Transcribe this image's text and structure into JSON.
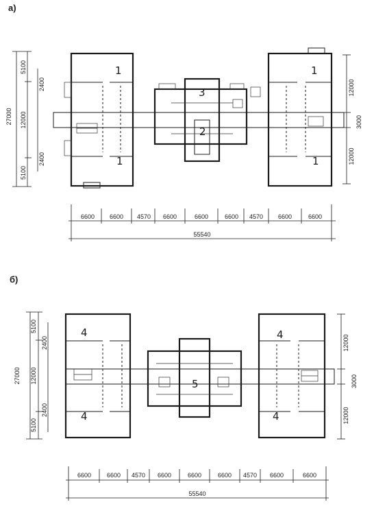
{
  "plan_a": {
    "label": "а)",
    "room_numbers": [
      "1",
      "1",
      "3",
      "2",
      "1",
      "1"
    ],
    "bottom_dims": [
      "6600",
      "6600",
      "4570",
      "6600",
      "6600",
      "6600",
      "4570",
      "6600",
      "6600"
    ],
    "bottom_total": "55540",
    "left_outer": "27000",
    "left_inner": [
      "5100",
      "12000",
      "5100"
    ],
    "left_side": [
      "2400",
      "2400"
    ],
    "right_dims": [
      "12000",
      "3000",
      "12000"
    ]
  },
  "plan_b": {
    "label": "б)",
    "room_numbers": [
      "4",
      "4",
      "5",
      "4",
      "4"
    ],
    "bottom_dims": [
      "6600",
      "6600",
      "4570",
      "6600",
      "6600",
      "6600",
      "4570",
      "6600",
      "6600"
    ],
    "bottom_total": "55540",
    "left_outer": "27000",
    "left_inner": [
      "5100",
      "12000",
      "5100"
    ],
    "left_side": [
      "2400",
      "2400"
    ],
    "right_dims": [
      "12000",
      "3000",
      "12000"
    ]
  }
}
